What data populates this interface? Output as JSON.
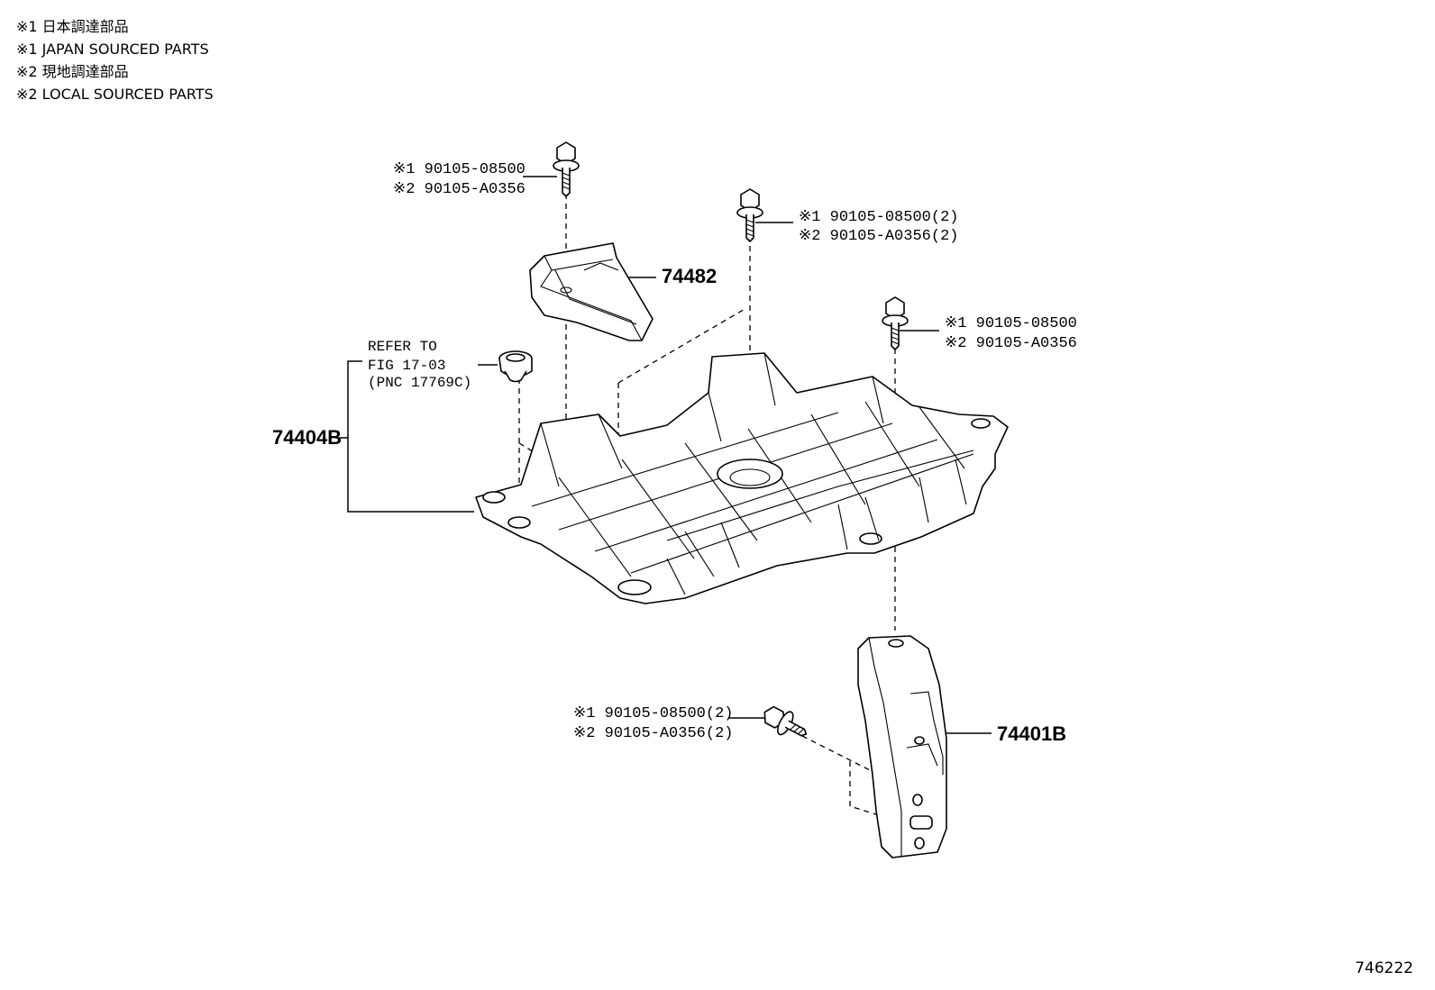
{
  "legend": [
    "※1 日本調達部品",
    "※1 JAPAN SOURCED PARTS",
    "※2 現地調達部品",
    "※2 LOCAL SOURCED PARTS"
  ],
  "callouts": {
    "bolt_top_left": [
      "※1 90105-08500",
      "※2 90105-A0356"
    ],
    "bolt_top_center": [
      "※1 90105-08500(2)",
      "※2 90105-A0356(2)"
    ],
    "bolt_right": [
      "※1 90105-08500",
      "※2 90105-A0356"
    ],
    "bolt_bottom": [
      "※1 90105-08500(2)",
      "※2 90105-A0356(2)"
    ]
  },
  "reference": [
    "REFER TO",
    "FIG 17-03",
    "(PNC 17769C)"
  ],
  "parts": {
    "clamp": "74482",
    "tray": "74404B",
    "bracket": "74401B"
  },
  "figure_number": "746222"
}
